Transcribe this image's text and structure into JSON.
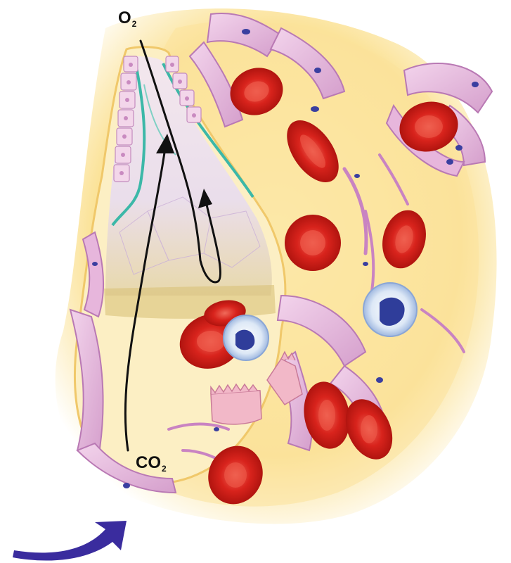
{
  "labels": {
    "o2": {
      "main": "O",
      "sub": "2"
    },
    "co2": {
      "main": "CO",
      "sub": "2"
    }
  },
  "colors": {
    "background": "#ffffff",
    "tissue": "#fbe9a8",
    "tissue_edge": "#f4d27a",
    "cell_membrane": "#e7b6dc",
    "cell_edge": "#b979b4",
    "nucleus": "#3a3fa0",
    "red_blood_cell": "#d8231c",
    "rbc_center": "#ee5a4a",
    "epithelium_line": "#3cb8a8",
    "white_cell": "#dfe9f4",
    "flow_arrow": "#3a2c9e",
    "pathway_line": "#111111"
  },
  "icons": [
    "up-arrowhead-icon",
    "curved-flow-arrow-icon"
  ]
}
